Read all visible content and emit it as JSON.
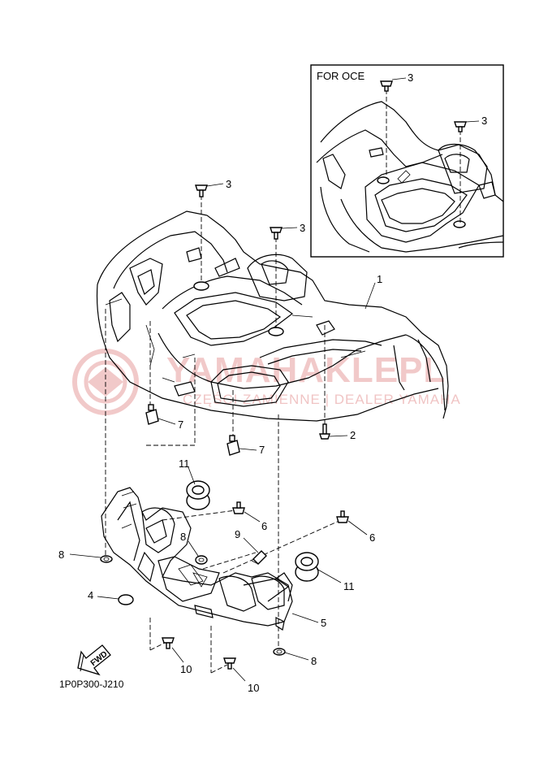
{
  "diagram": {
    "inset_title": "FOR OCE",
    "part_code": "1P0P300-J210",
    "fwd_label": "FWD",
    "callouts": {
      "inset_3a": "3",
      "inset_3b": "3",
      "c3a": "3",
      "c3b": "3",
      "c1": "1",
      "c2": "2",
      "c7a": "7",
      "c7b": "7",
      "c11a": "11",
      "c11b": "11",
      "c6a": "6",
      "c6b": "6",
      "c8a": "8",
      "c8b": "8",
      "c8c": "8",
      "c9": "9",
      "c4": "4",
      "c5": "5",
      "c10a": "10",
      "c10b": "10"
    }
  },
  "watermark": {
    "title": "YAMAHAKLEPL",
    "subtitle": "CZĘŚCI ZAMIENNE | DEALER YAMAHA"
  }
}
